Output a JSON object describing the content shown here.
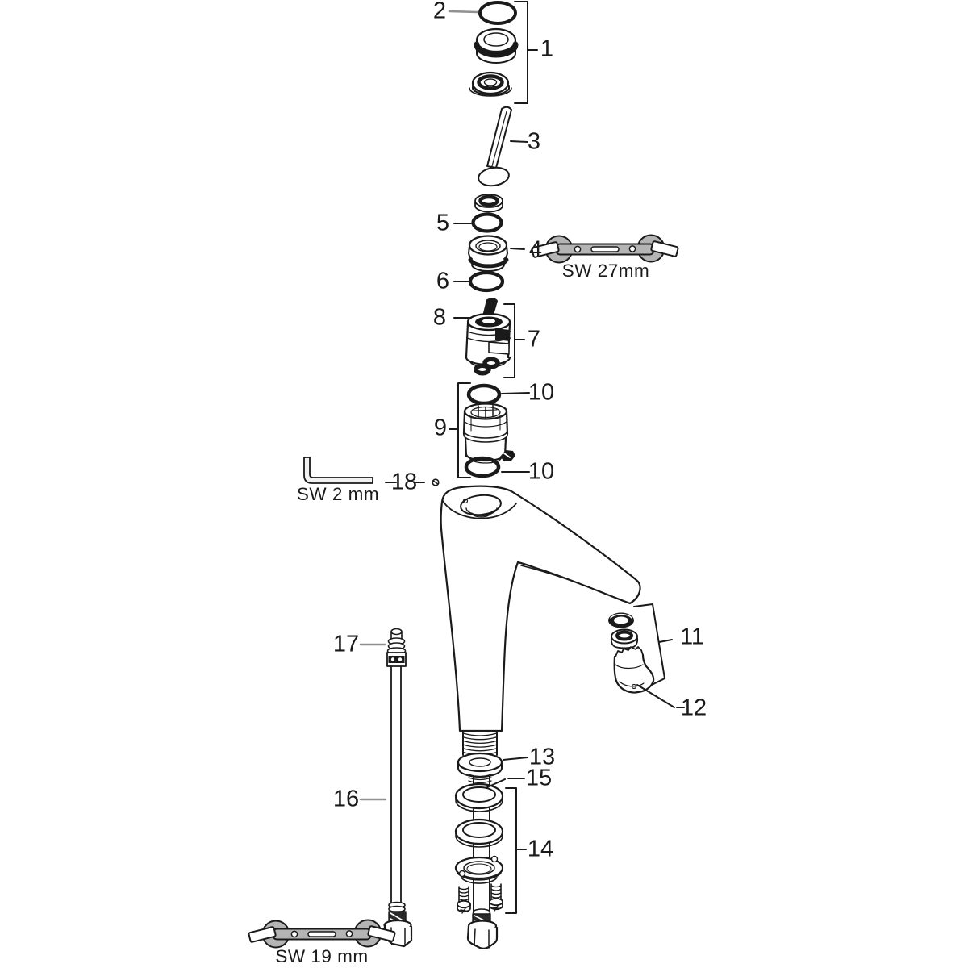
{
  "callouts": {
    "1": "1",
    "2": "2",
    "3": "3",
    "4": "4",
    "5": "5",
    "6": "6",
    "7": "7",
    "8": "8",
    "9": "9",
    "10": "10",
    "11": "11",
    "12": "12",
    "13": "13",
    "14": "14",
    "15": "15",
    "16": "16",
    "17": "17",
    "18": "18"
  },
  "tools": {
    "wrench_27": "SW 27mm",
    "allen_key_2": "SW 2 mm",
    "wrench_19": "SW 19 mm"
  },
  "colors": {
    "line": "#1a1a1a",
    "label": "#1a1a1a",
    "tool_fill": "#b4b4b4",
    "leader_gray": "#909090",
    "background": "#ffffff"
  }
}
